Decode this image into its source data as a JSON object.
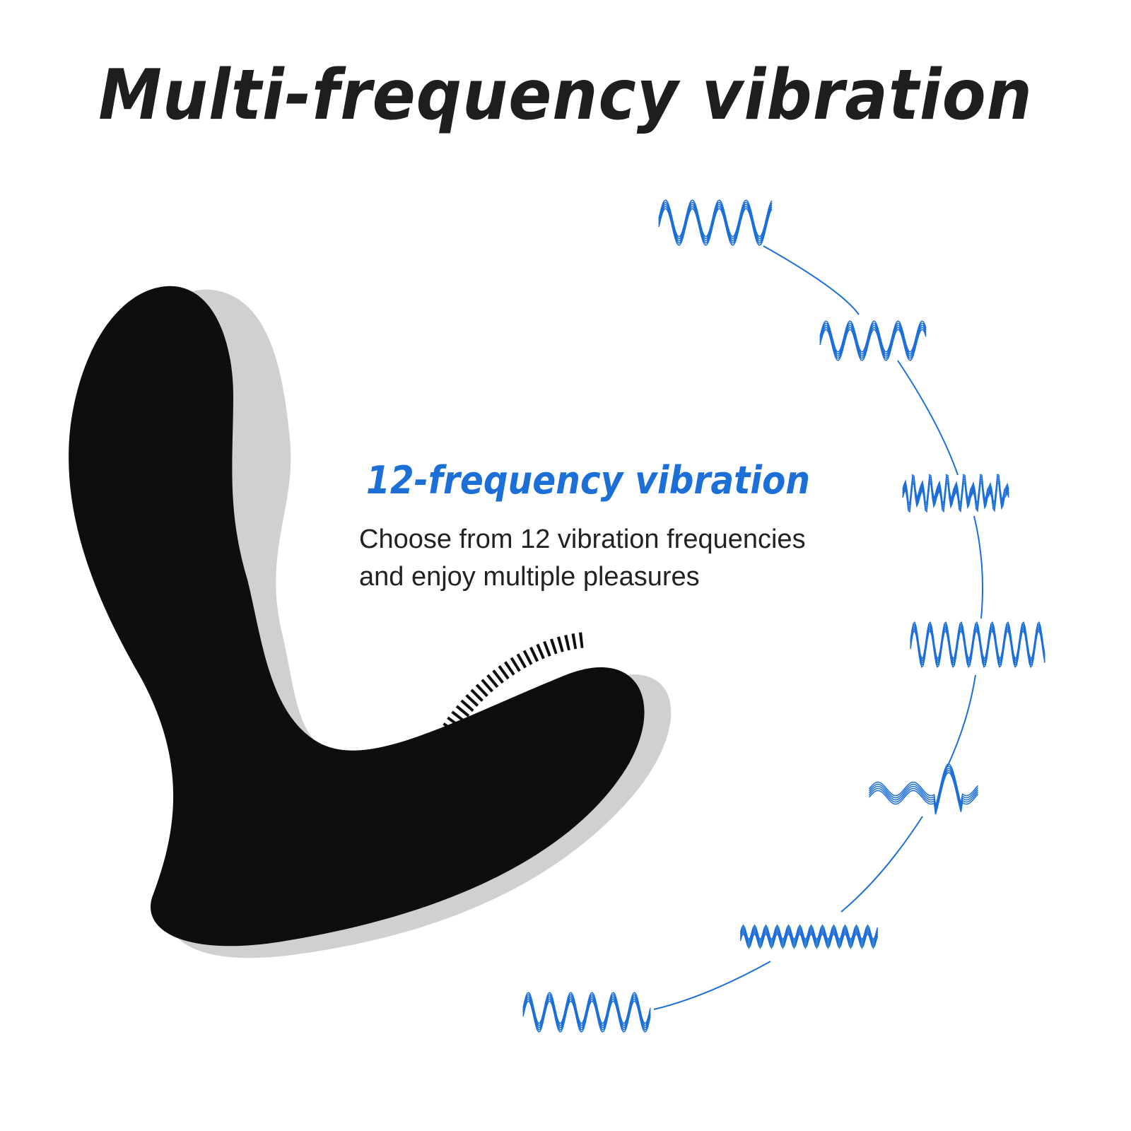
{
  "header": {
    "title": "Multi-frequency vibration"
  },
  "feature": {
    "title": "12-frequency vibration",
    "description_line1": "Choose from 12 vibration frequencies",
    "description_line2": "and enjoy multiple pleasures"
  },
  "colors": {
    "accent": "#1d6fd8",
    "product": "#0e0e0e",
    "text": "#222222"
  },
  "waveforms": [
    {
      "icon": "waveform-sharp-icon",
      "period": 38,
      "amp": 26
    },
    {
      "icon": "waveform-regular-icon",
      "period": 34,
      "amp": 22
    },
    {
      "icon": "waveform-noise-icon",
      "period": 12,
      "amp": 24
    },
    {
      "icon": "waveform-pulse-icon",
      "period": 22,
      "amp": 26
    },
    {
      "icon": "waveform-rising-icon",
      "period": 50,
      "amp": 16
    },
    {
      "icon": "waveform-dense-icon",
      "period": 16,
      "amp": 10
    },
    {
      "icon": "waveform-burst-icon",
      "period": 30,
      "amp": 22
    }
  ]
}
